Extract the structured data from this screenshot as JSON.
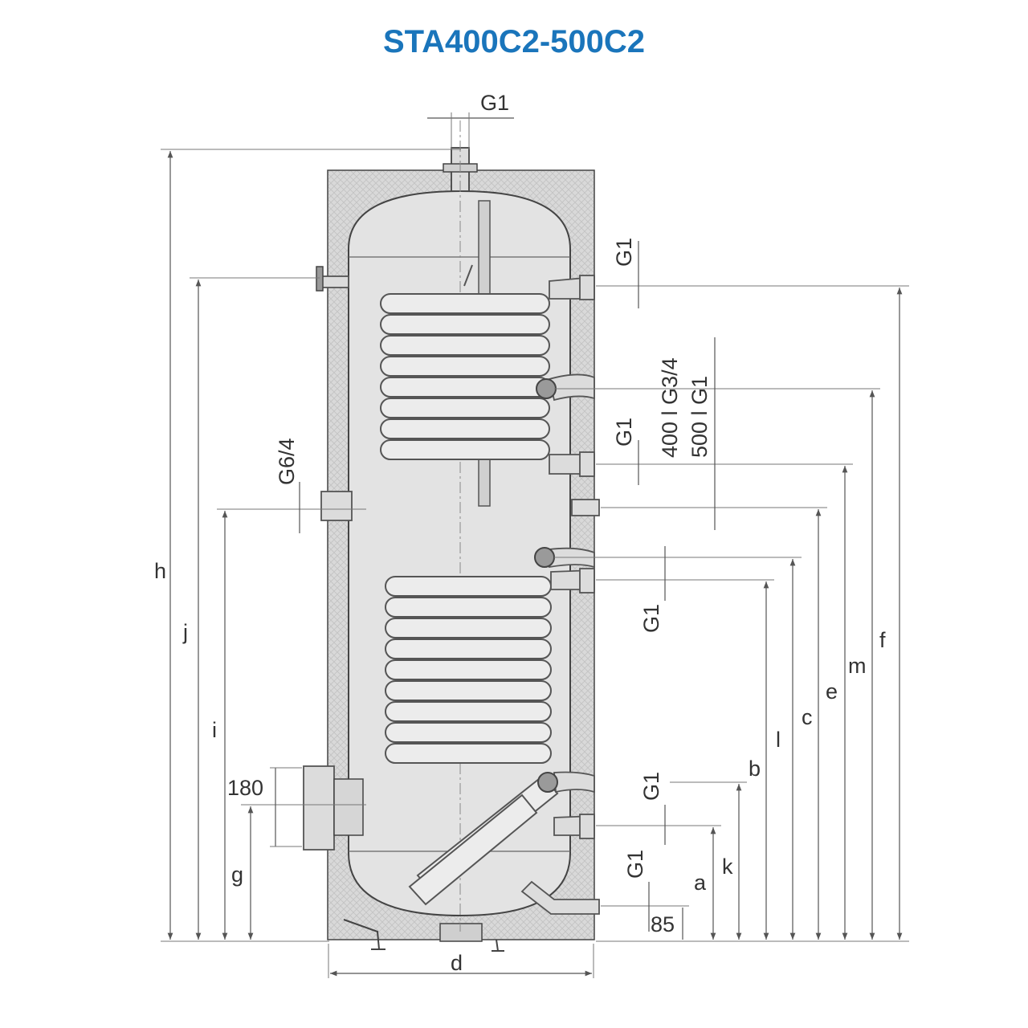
{
  "title": "STA400C2-500C2",
  "colors": {
    "title": "#1a75bb",
    "lines": "#444444",
    "insulation": "#d9d9d9",
    "tank": "#e3e3e3"
  },
  "labels": {
    "g1_top": "G1",
    "g1_upper_out": "G1",
    "g1_upper_in": "G1",
    "g34_g1_line1": "400 l G3/4",
    "g34_g1_line2": "500 l G1",
    "g64": "G6/4",
    "g1_lower_a": "G1",
    "g1_lower_b": "G1",
    "g1_bottom": "G1",
    "flange": "180",
    "bottom_offset": "85",
    "h": "h",
    "j": "j",
    "i": "i",
    "g": "g",
    "a": "a",
    "k": "k",
    "b": "b",
    "l": "l",
    "c": "c",
    "e": "e",
    "m": "m",
    "f": "f",
    "d": "d"
  }
}
